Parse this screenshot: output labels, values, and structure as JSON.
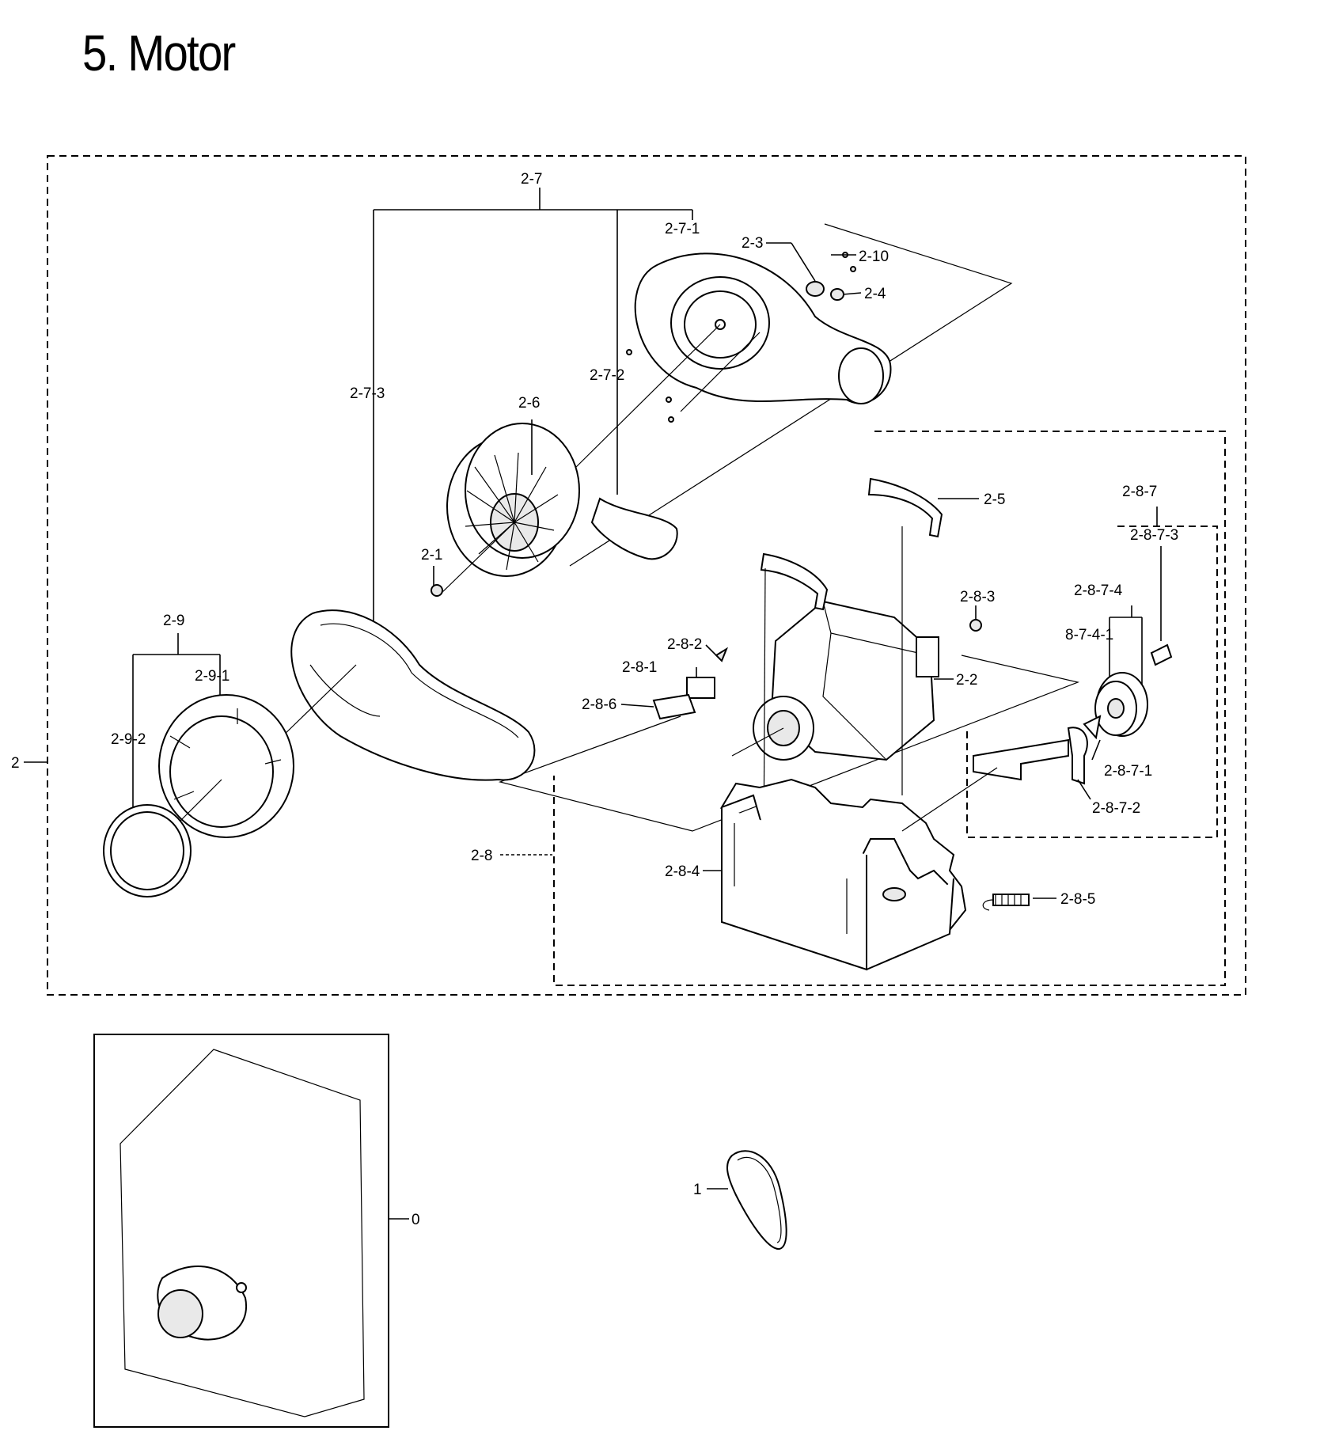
{
  "page": {
    "title": "5. Motor"
  },
  "labels": {
    "l_2": "2",
    "l_2_7": "2-7",
    "l_2_7_1": "2-7-1",
    "l_2_7_2": "2-7-2",
    "l_2_7_3": "2-7-3",
    "l_2_3": "2-3",
    "l_2_10": "2-10",
    "l_2_4": "2-4",
    "l_2_6": "2-6",
    "l_2_1": "2-1",
    "l_2_5": "2-5",
    "l_2_9": "2-9",
    "l_2_9_1": "2-9-1",
    "l_2_9_2": "2-9-2",
    "l_2_8_7": "2-8-7",
    "l_2_8_7_3": "2-8-7-3",
    "l_2_8_7_4": "2-8-7-4",
    "l_8_7_4_1": "8-7-4-1",
    "l_2_8_3": "2-8-3",
    "l_2_8_2": "2-8-2",
    "l_2_8_1": "2-8-1",
    "l_2_8_6": "2-8-6",
    "l_2_2": "2-2",
    "l_2_8_7_1": "2-8-7-1",
    "l_2_8_7_2": "2-8-7-2",
    "l_2_8": "2-8",
    "l_2_8_4": "2-8-4",
    "l_2_8_5": "2-8-5",
    "l_0": "0",
    "l_1": "1"
  }
}
